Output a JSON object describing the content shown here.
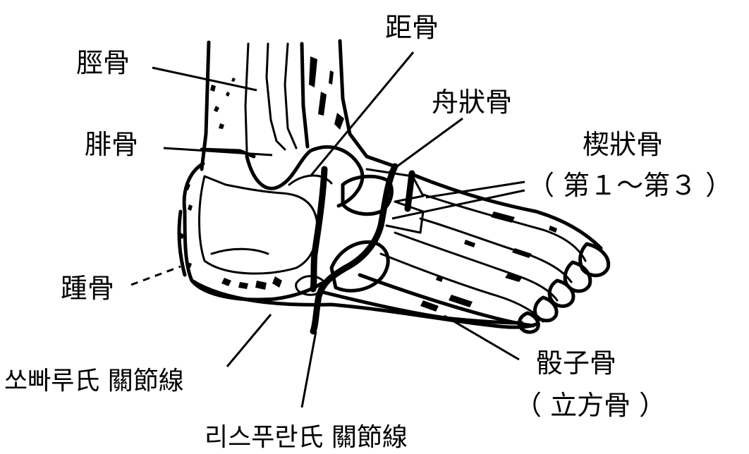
{
  "labels": {
    "tibia": "脛骨",
    "fibula": "腓骨",
    "talus": "距骨",
    "navicular": "舟狀骨",
    "cuneiform": "楔狀骨",
    "cuneiform_range": "（ 第１～第３ ）",
    "calcaneus": "踵骨",
    "cuboid": "骰子骨",
    "cuboid_alt": "（ 立方骨 ）",
    "chopart_joint": "쏘빠루氏 關節線",
    "lisfranc_joint": "리스푸란氏 關節線"
  }
}
